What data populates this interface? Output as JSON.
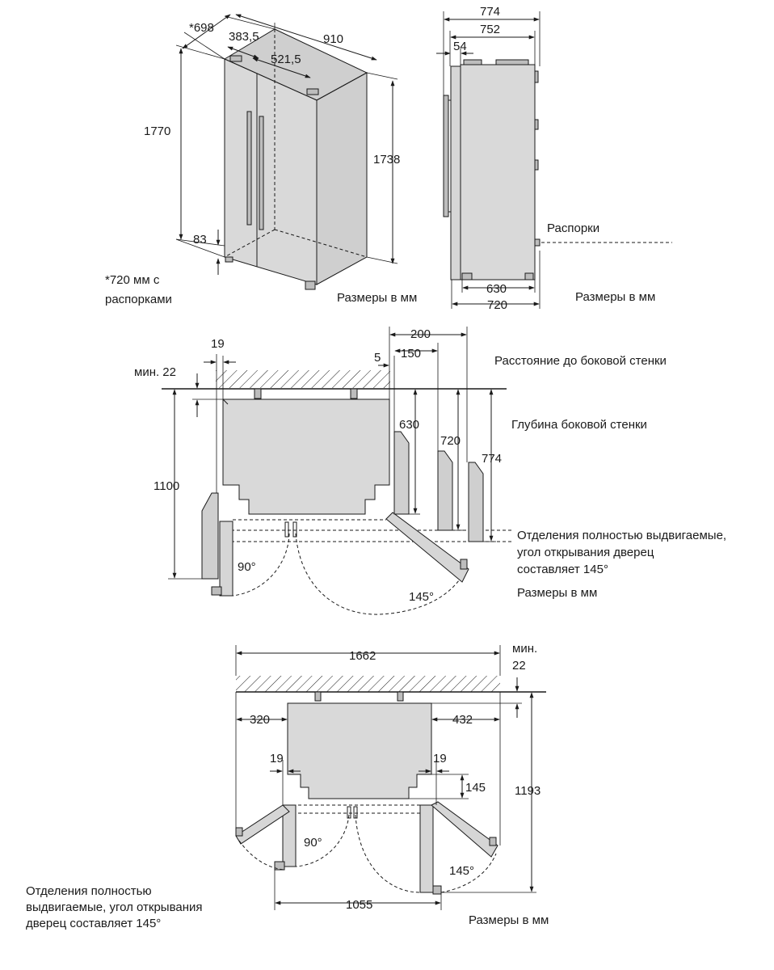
{
  "view1": {
    "dims": {
      "w698": "*698",
      "d383": "383,5",
      "d910": "910",
      "d521": "521,5",
      "h1770": "1770",
      "h1738": "1738",
      "h83": "83"
    },
    "note_line1": "*720 мм с",
    "note_line2": "распорками",
    "units": "Размеры в мм"
  },
  "view2": {
    "dims": {
      "d774": "774",
      "d752": "752",
      "d54": "54",
      "d630": "630",
      "d720": "720"
    },
    "spacers": "Распорки",
    "units": "Размеры в мм"
  },
  "view3": {
    "dims": {
      "d19": "19",
      "d200": "200",
      "d150": "150",
      "d5": "5",
      "min22": "мин. 22",
      "d1100": "1100",
      "d630": "630",
      "d720": "720",
      "d774": "774",
      "a90": "90°",
      "a145": "145°"
    },
    "side_distance": "Расстояние до боковой стенки",
    "side_depth": "Глубина боковой стенки",
    "note_line1": "Отделения полностью выдвигаемые,",
    "note_line2": "угол открывания дверец",
    "note_line3": "составляет 145°",
    "units": "Размеры в мм"
  },
  "view4": {
    "dims": {
      "d1662": "1662",
      "min_line1": "мин.",
      "min_line2": "22",
      "d320": "320",
      "d432": "432",
      "d19l": "19",
      "d19r": "19",
      "d145": "145",
      "d1193": "1193",
      "d1055": "1055",
      "a90": "90°",
      "a145": "145°"
    },
    "note_line1": "Отделения полностью",
    "note_line2": "выдвигаемые, угол открывания",
    "note_line3": "дверец составляет 145°",
    "units": "Размеры в мм"
  }
}
